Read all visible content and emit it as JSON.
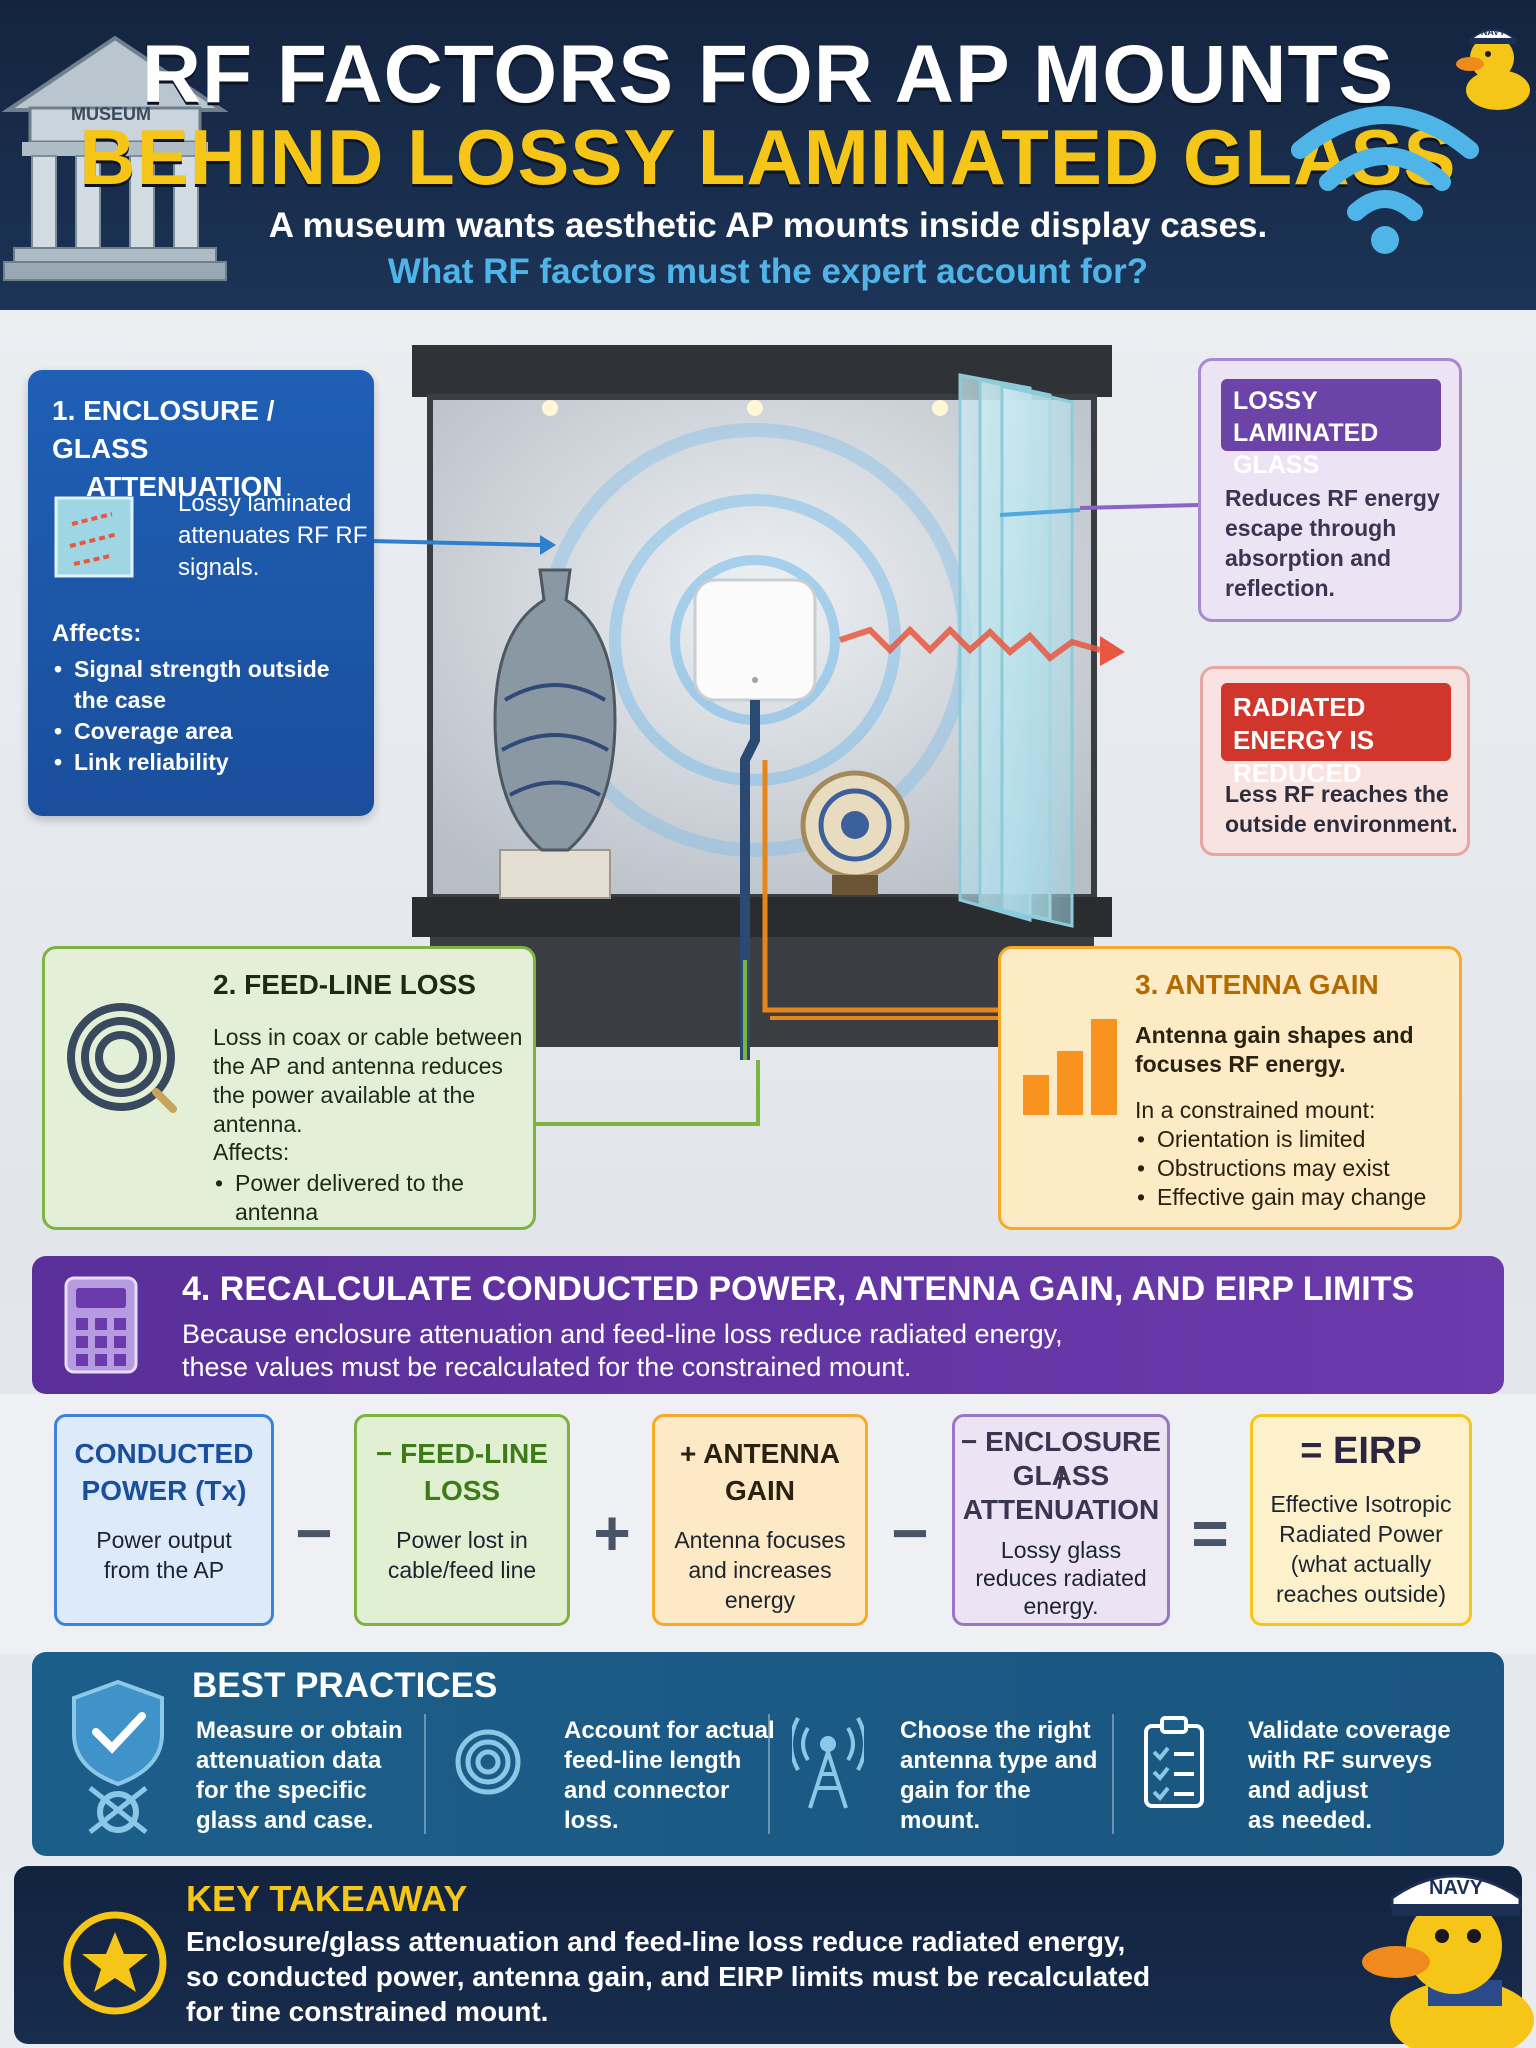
{
  "header": {
    "title_line1": "RF FACTORS FOR AP MOUNTS",
    "title_line2": "BEHIND LOSSY LAMINATED GLASS",
    "subtitle_line1": "A museum wants aesthetic AP mounts inside display cases.",
    "subtitle_line2": "What RF factors must the expert account for?",
    "museum_label": "MUSEUM",
    "duck_cap_label": "NAVY"
  },
  "enclosure": {
    "title_line1": "1. ENCLOSURE / GLASS",
    "title_line2": "ATTENUATION",
    "desc": "Lossy laminated attenuates RF RF signals.",
    "affects_label": "Affects:",
    "items": [
      "Signal strength outside the case",
      "Coverage area",
      "Link reliability"
    ]
  },
  "lossy_glass": {
    "title": "LOSSY LAMINATED GLASS",
    "desc": "Reduces RF energy escape through absorption and reflection."
  },
  "radiated": {
    "title": "RADIATED ENERGY IS REDUCED",
    "desc": "Less RF reaches the outside environment."
  },
  "feedline": {
    "title": "2. FEED-LINE LOSS",
    "desc": "Loss in coax or cable between the AP and antenna reduces the power available at the antenna.",
    "affects_label": "Affects:",
    "items": [
      "Power delivered to the antenna"
    ]
  },
  "antenna": {
    "title": "3. ANTENNA GAIN",
    "desc": "Antenna gain shapes and focuses RF energy.",
    "sub_label": "In a constrained mount:",
    "items": [
      "Orientation is limited",
      "Obstructions may exist",
      "Effective gain may change"
    ]
  },
  "recalc": {
    "title": "4. RECALCULATE CONDUCTED POWER, ANTENNA GAIN, AND EIRP LIMITS",
    "desc_line1": "Because enclosure attenuation and feed-line loss reduce radiated energy,",
    "desc_line2": "these values must be recalculated for the constrained mount."
  },
  "formula": {
    "conducted": {
      "title_line1": "CONDUCTED",
      "title_line2": "POWER (Tx)",
      "desc_line1": "Power output",
      "desc_line2": "from the AP"
    },
    "op1": "−",
    "feed": {
      "title_line1": "− FEED-LINE",
      "title_line2": "LOSS",
      "desc_line1": "Power lost in",
      "desc_line2": "cable/feed line"
    },
    "op2": "+",
    "gain": {
      "title_line1": "+ ANTENNA",
      "title_line2": "GAIN",
      "desc_line1": "Antenna focuses",
      "desc_line2": "and increases",
      "desc_line3": "energy"
    },
    "op3": "−",
    "glass": {
      "title_line1": "− ENCLOSURE /",
      "title_line2": "GLASS",
      "title_line3": "ATTENUATION",
      "desc_line1": "Lossy glass",
      "desc_line2": "reduces radiated",
      "desc_line3": "energy."
    },
    "op4": "=",
    "eirp": {
      "title": "= EIRP",
      "desc_line1": "Effective Isotropic",
      "desc_line2": "Radiated Power",
      "desc_line3": "(what actually",
      "desc_line4": "reaches outside)"
    }
  },
  "best_practices": {
    "title": "BEST PRACTICES",
    "items": [
      {
        "line1": "Measure or obtain",
        "line2": "attenuation data",
        "line3": "for the specific",
        "line4": "glass and case."
      },
      {
        "line1": "Account for actual",
        "line2": "feed-line length",
        "line3": "and connector",
        "line4": "loss."
      },
      {
        "line1": "Choose the right",
        "line2": "antenna type and",
        "line3": "gain for the",
        "line4": "mount."
      },
      {
        "line1": "Validate coverage",
        "line2": "with RF surveys",
        "line3": "and adjust",
        "line4": "as needed."
      }
    ]
  },
  "takeaway": {
    "title": "KEY TAKEAWAY",
    "line1": "Enclosure/glass attenuation and feed-line loss reduce radiated energy,",
    "line2": "so conducted power, antenna gain, and EIRP limits must be recalculated",
    "line3": "for tine constrained mount."
  },
  "colors": {
    "navy": "#14243f",
    "gold": "#f5c518",
    "blue": "#1f5fb5",
    "purple": "#6c44a8",
    "red": "#d1362c",
    "green": "#7cb342",
    "orange": "#f7a928",
    "teal": "#1c5e8a"
  },
  "icons": [
    "museum-icon",
    "wifi-icon",
    "duck-mascot-icon",
    "glass-pane-icon",
    "coil-icon",
    "bar-chart-icon",
    "calculator-icon",
    "shield-check-icon",
    "cable-loop-icon",
    "antenna-tower-icon",
    "clipboard-check-icon",
    "star-icon"
  ]
}
